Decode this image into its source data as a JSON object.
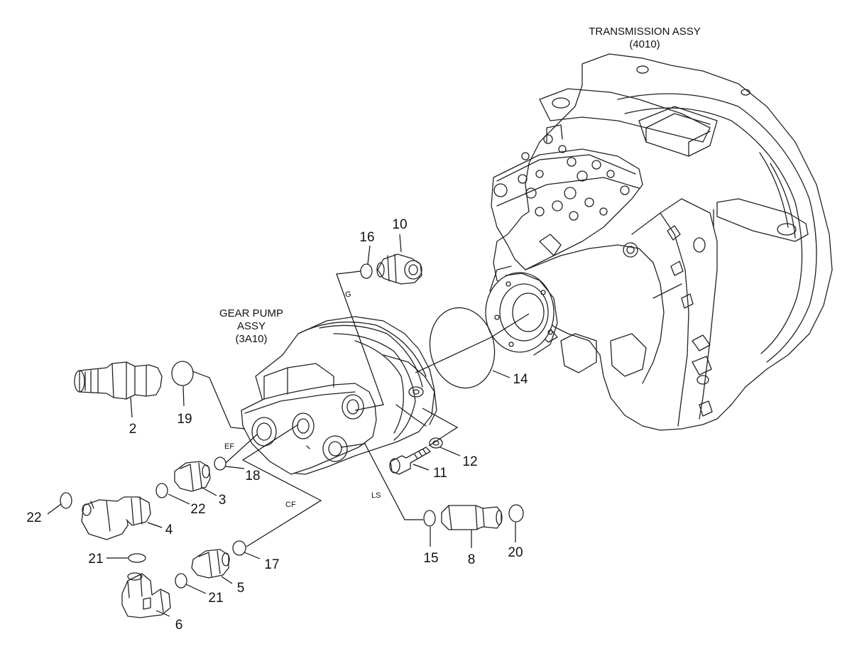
{
  "assemblies": {
    "transmission": {
      "name": "TRANSMISSION ASSY",
      "code": "(4010)"
    },
    "gear_pump": {
      "line1": "GEAR PUMP",
      "line2": "ASSY",
      "code": "(3A10)"
    }
  },
  "line_codes": {
    "g": "G",
    "ef": "EF",
    "cf": "CF",
    "ls": "LS"
  },
  "callouts": {
    "p2": "2",
    "p3": "3",
    "p4": "4",
    "p5": "5",
    "p6": "6",
    "p8": "8",
    "p10": "10",
    "p11": "11",
    "p12": "12",
    "p14": "14",
    "p15": "15",
    "p16": "16",
    "p17": "17",
    "p18": "18",
    "p19": "19",
    "p20": "20",
    "p21a": "21",
    "p21b": "21",
    "p22a": "22",
    "p22b": "22"
  }
}
